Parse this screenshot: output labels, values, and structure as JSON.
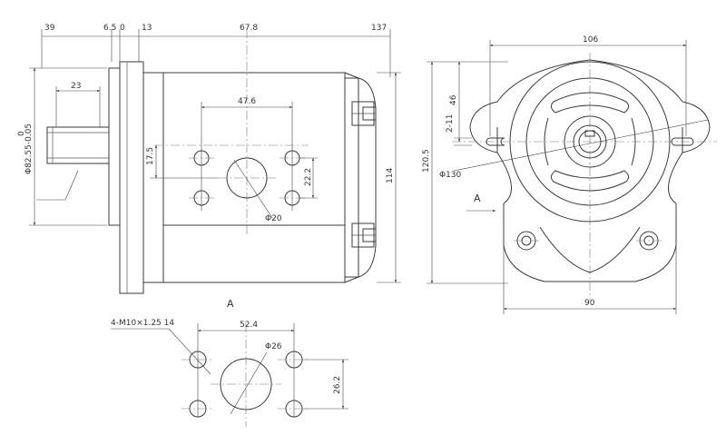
{
  "side_view": {
    "dims": {
      "d39": "39",
      "d6_5": "6.5",
      "d0": "0",
      "d13": "13",
      "d67_8": "67.8",
      "d137": "137",
      "d23": "23",
      "d47_6": "47.6",
      "d17_5": "17.5",
      "d22_2": "22.2",
      "d114": "114",
      "phi20": "Φ20",
      "phi82": "Φ82.55-0.05",
      "phi82_tol": "0"
    },
    "view_label": "A"
  },
  "front_view": {
    "dims": {
      "d106": "106",
      "d46": "46",
      "d2_11": "2-11",
      "d120_5": "120.5",
      "phi130": "Φ130",
      "d90": "90"
    },
    "arrow_label": "A"
  },
  "port_view": {
    "dims": {
      "thread": "4-M10×1.25  14",
      "d52_4": "52.4",
      "phi26": "Φ26",
      "d26_2": "26.2"
    }
  }
}
